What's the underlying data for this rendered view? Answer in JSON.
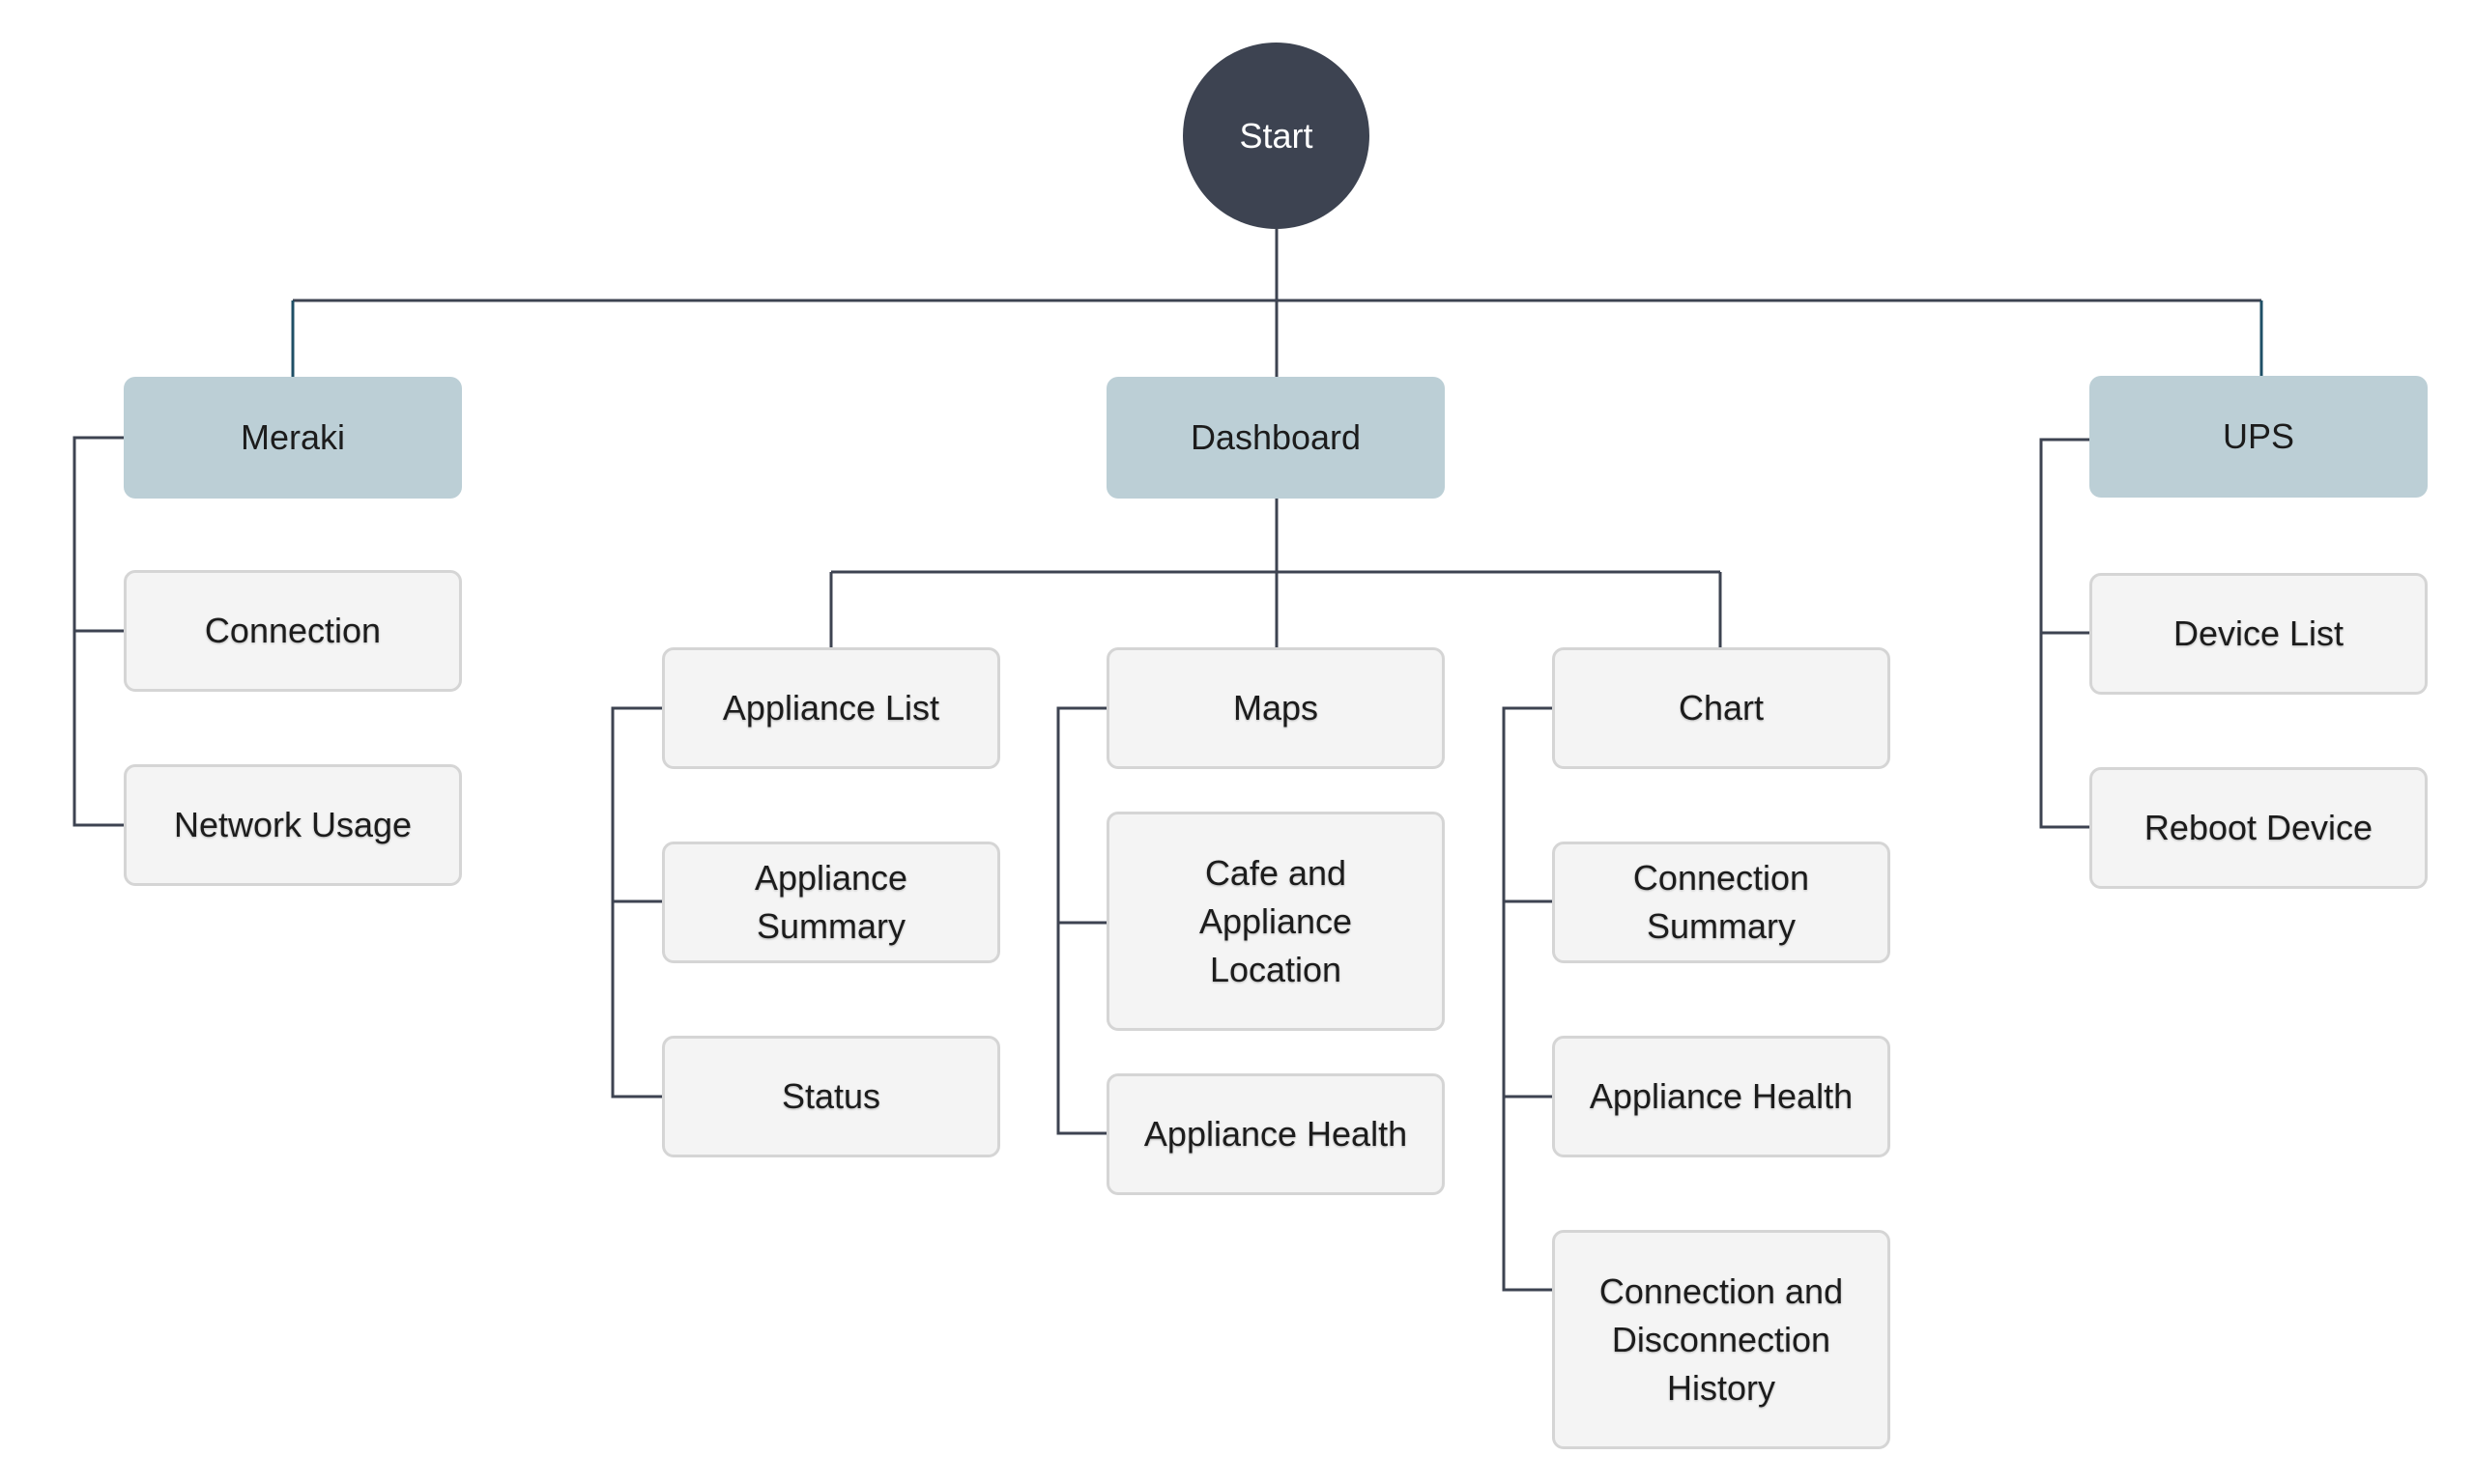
{
  "diagram": {
    "type": "tree",
    "colors": {
      "start_fill": "#3d4351",
      "category_fill": "#bccfd6",
      "leaf_fill": "#f4f4f4",
      "leaf_border": "#d5d5d5",
      "connector": "#3d4351",
      "connector_accent": "#1f4f66"
    },
    "root": {
      "label": "Start"
    },
    "categories": [
      {
        "label": "Meraki",
        "children": [
          {
            "label": "Connection"
          },
          {
            "label": "Network Usage"
          }
        ]
      },
      {
        "label": "Dashboard",
        "groups": [
          {
            "label": "Appliance List",
            "children": [
              {
                "label": "Appliance\nSummary"
              },
              {
                "label": "Status"
              }
            ]
          },
          {
            "label": "Maps",
            "children": [
              {
                "label": "Cafe and\nAppliance\nLocation"
              },
              {
                "label": "Appliance Health"
              }
            ]
          },
          {
            "label": "Chart",
            "children": [
              {
                "label": "Connection\nSummary"
              },
              {
                "label": "Appliance Health"
              },
              {
                "label": "Connection and\nDisconnection\nHistory"
              }
            ]
          }
        ]
      },
      {
        "label": "UPS",
        "children": [
          {
            "label": "Device List"
          },
          {
            "label": "Reboot Device"
          }
        ]
      }
    ]
  }
}
